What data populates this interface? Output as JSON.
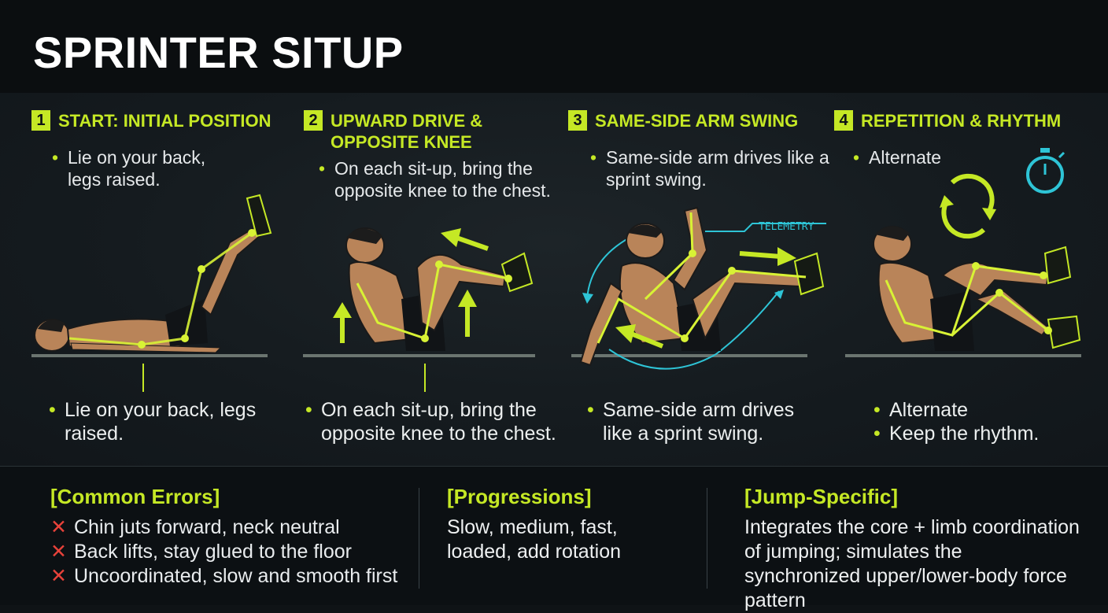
{
  "title": "SPRINTER SITUP",
  "steps": [
    {
      "number": "1",
      "title": "START: INITIAL POSITION",
      "top_text": "Lie on your back, legs raised.",
      "bottom": [
        "Lie on your back, legs raised."
      ]
    },
    {
      "number": "2",
      "title": "UPWARD DRIVE & OPPOSITE KNEE",
      "top_text": "On each sit-up, bring the opposite knee to the chest.",
      "bottom": [
        "On each sit-up, bring the opposite knee to the chest."
      ]
    },
    {
      "number": "3",
      "title": "SAME-SIDE ARM SWING",
      "top_text": "Same-side arm drives like a sprint swing.",
      "bottom": [
        "Same-side arm drives like a sprint swing."
      ],
      "annotation": "TELEMETRY"
    },
    {
      "number": "4",
      "title": "REPETITION & RHYTHM",
      "top_text": "Alternate",
      "bottom": [
        "Alternate",
        "Keep the rhythm."
      ]
    }
  ],
  "footer": {
    "errors": {
      "title": "[Common Errors]",
      "items": [
        "Chin juts forward, neck neutral",
        "Back lifts, stay glued to the floor",
        "Uncoordinated, slow and smooth first"
      ]
    },
    "progressions": {
      "title": "[Progressions]",
      "text": "Slow, medium, fast, loaded, add rotation"
    },
    "jump": {
      "title": "[Jump-Specific]",
      "text": "Integrates the core + limb coordination of jumping; simulates the synchronized upper/lower-body force pattern"
    }
  },
  "icons": {
    "error_marker": "✕",
    "stopwatch": "stopwatch-icon",
    "cycle": "cycle-arrows-icon"
  },
  "colors": {
    "accent": "#c5e825",
    "cyan": "#2ec4d6",
    "error": "#e8423a",
    "skin": "#b98459",
    "shorts": "#111417"
  }
}
